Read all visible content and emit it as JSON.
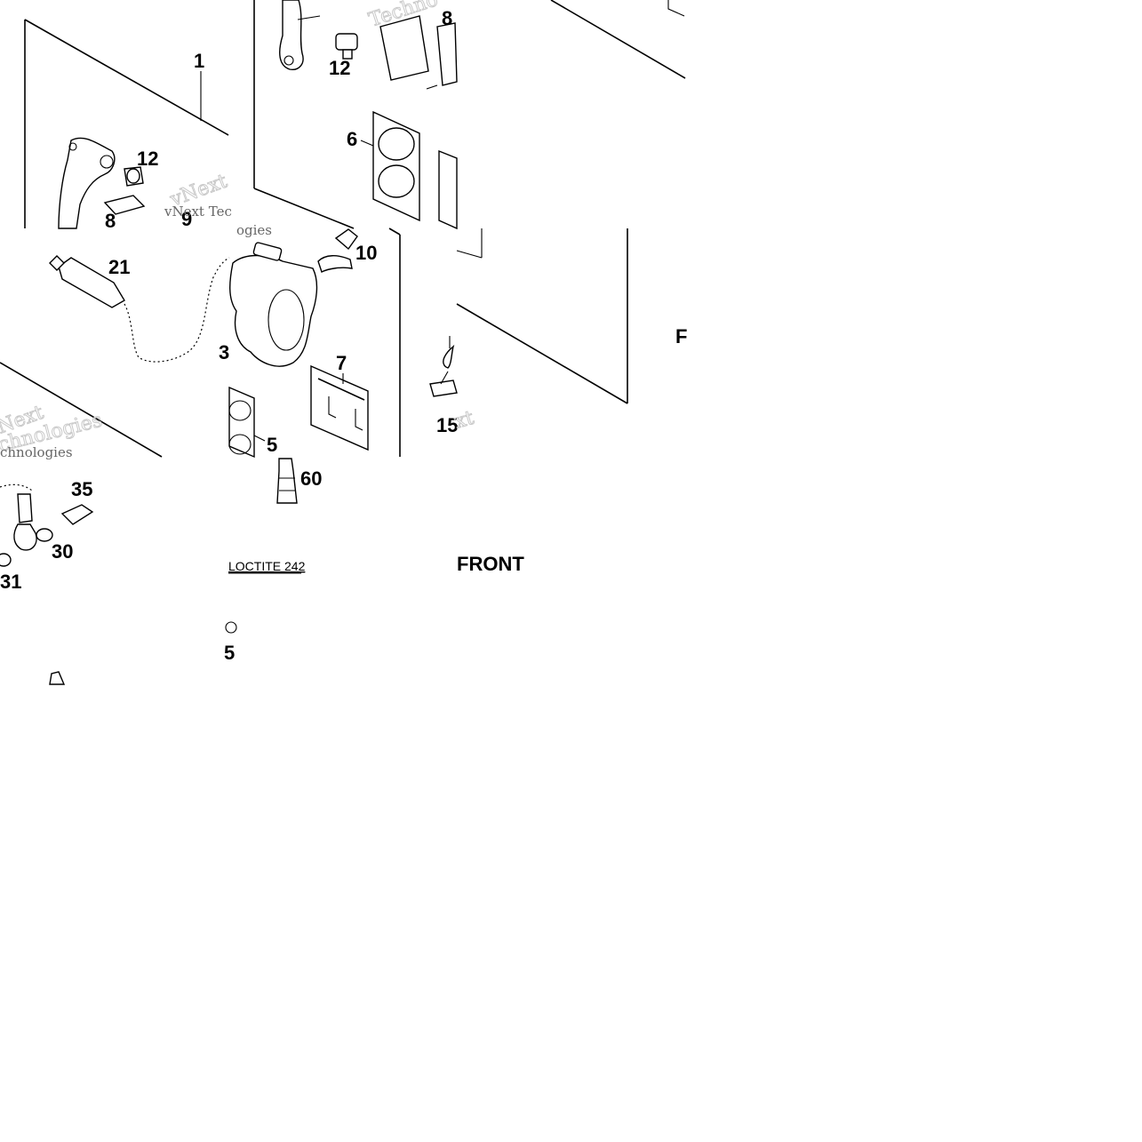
{
  "callouts": {
    "n1": "1",
    "n12a": "12",
    "n8a": "8",
    "n9": "9",
    "n12b": "12",
    "n8b": "8",
    "n6": "6",
    "n21": "21",
    "n10": "10",
    "n3": "3",
    "n7": "7",
    "n5": "5",
    "n15": "15",
    "n35": "35",
    "n30": "30",
    "n31": "31",
    "n60": "60",
    "n25": "5"
  },
  "labels": {
    "loctite": "LOCTITE 242",
    "front_left": "FRONT",
    "front_right": "F"
  },
  "watermarks": {
    "w1": "vNext",
    "w2": "vNext Tec",
    "w3": "ogies",
    "w4": "Techno",
    "w5": "Next",
    "w6": "chnologies",
    "w7": "chnologies",
    "w8": "xt"
  }
}
